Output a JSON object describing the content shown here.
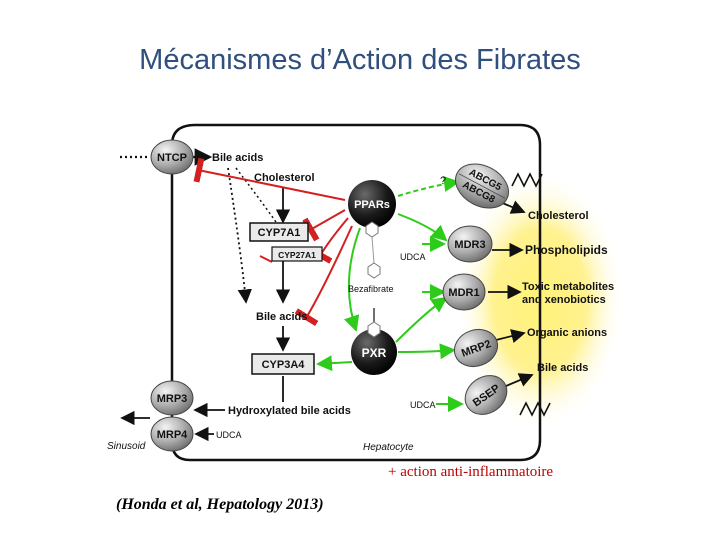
{
  "title": "Mécanismes d’Action des Fibrates",
  "diagram": {
    "transporters": {
      "ntcp": "NTCP",
      "mrp3": "MRP3",
      "mrp4": "MRP4",
      "abcg5": "ABCG5",
      "abcg8": "ABCG8",
      "mdr3": "MDR3",
      "mdr1": "MDR1",
      "mrp2": "MRP2",
      "bsep": "BSEP"
    },
    "receptors": {
      "ppars": "PPARs",
      "pxr": "PXR"
    },
    "enzymes": {
      "cyp7a1": "CYP7A1",
      "cyp27a1": "CYP27A1",
      "cyp3a4": "CYP3A4"
    },
    "labels": {
      "bile_acids_in": "Bile acids",
      "cholesterol": "Cholesterol",
      "bile_acids_mid": "Bile acids",
      "hydroxylated": "Hydroxylated bile acids",
      "bezafibrate": "Bezafibrate",
      "udca_mdr3": "UDCA",
      "udca_bsep": "UDCA",
      "udca_mrp4": "UDCA",
      "question": "?",
      "sinusoid": "Sinusoid",
      "hepatocyte": "Hepatocyte"
    },
    "outputs": {
      "cholesterol": "Cholesterol",
      "phospholipids": "Phospholipids",
      "toxic_line1": "Toxic metabolites",
      "toxic_line2": "and xenobiotics",
      "organic_anions": "Organic anions",
      "bile_acids": "Bile acids"
    },
    "colors": {
      "activation": "#2ecc1a",
      "inhibition": "#d42020",
      "canalicular_glow": "#ffe94a"
    }
  },
  "footnote": "+ action anti-inflammatoire",
  "citation": "(Honda et al, Hepatology 2013)"
}
